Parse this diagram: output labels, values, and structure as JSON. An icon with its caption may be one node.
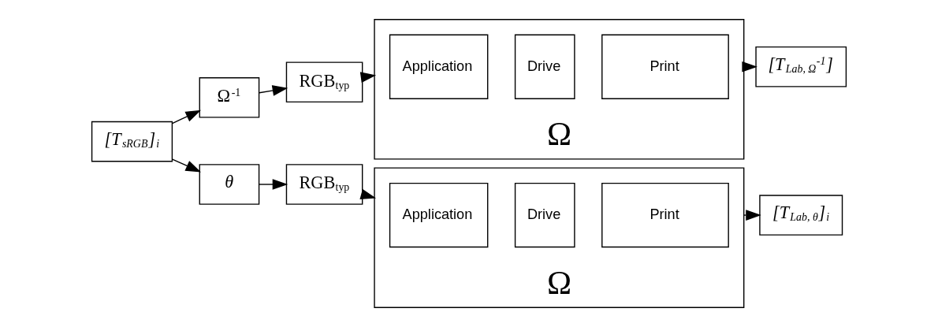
{
  "diagram": {
    "nodes": [
      {
        "text": [
          "[T$_{sRGB}$]$_{i}$"
        ]
      },
      {
        "text": [
          "Ω$^{-1}$"
        ]
      },
      {
        "text": [
          "RGB$_{typ}$"
        ]
      },
      {
        "text": [
          "Ω"
        ]
      },
      {
        "text": [
          "Application"
        ],
        "in": 3
      },
      {
        "text": [
          "Drive"
        ],
        "in": 3
      },
      {
        "text": [
          "Print"
        ],
        "in": 3
      },
      {
        "text": [
          "[T$_{Lab, Ω}$$^{-1}$]"
        ]
      },
      {
        "text": [
          "θ"
        ]
      },
      {
        "text": [
          "RGB$_{typ}$"
        ]
      },
      {
        "text": [
          "Ω"
        ]
      },
      {
        "text": [
          "Application"
        ],
        "in": 10
      },
      {
        "text": [
          "Drive"
        ],
        "in": 10
      },
      {
        "text": [
          "Print"
        ],
        "in": 10
      },
      {
        "text": [
          "[T$_{Lab, θ}$]$_{i}$"
        ]
      }
    ],
    "edges": [
      {
        "from": 0,
        "to": 1,
        "arrow": "to"
      },
      {
        "from": 0,
        "to": 8,
        "arrow": "to"
      },
      {
        "from": 1,
        "to": 2,
        "arrow": "to"
      },
      {
        "from": 2,
        "to": 3,
        "arrow": "to"
      },
      {
        "from": 3,
        "to": 7,
        "arrow": "to"
      },
      {
        "from": 8,
        "to": 9,
        "arrow": "to"
      },
      {
        "from": 9,
        "to": 10,
        "arrow": "to"
      },
      {
        "from": 10,
        "to": 14,
        "arrow": "to"
      }
    ]
  }
}
